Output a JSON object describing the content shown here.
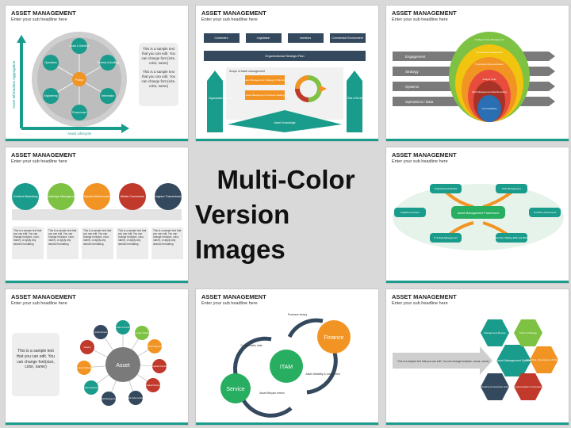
{
  "center": {
    "line1": "Multi-Color",
    "line2": "Version Images"
  },
  "slides": [
    {
      "title": "ASSET MANAGEMENT",
      "sub": "Enter your sub headline here",
      "side_text": "This is a sample text that you can edit. You can change font (size, color, name)",
      "y_axis": "Asset Information Aggregation",
      "x_axis": "Asset Lifecycle",
      "center_node": "Policy",
      "nodes": [
        "Goals & Direction",
        "Reviews & Auditing",
        "Information",
        "Procurement",
        "Engineering",
        "Operations"
      ]
    },
    {
      "title": "ASSET MANAGEMENT",
      "sub": "Enter your sub headline here",
      "top_boxes": [
        "Customers",
        "Legislation",
        "Investors",
        "Commercial Environment"
      ],
      "plan": "Organizational Strategic Plan",
      "scope": "Scope of Asset management",
      "items": [
        "Asset Management Strategy & Planning",
        "Asset Management Decision-Making"
      ],
      "left_arrow": "Organization's assets",
      "right_arrow": "Risk & Review",
      "bottom": "Asset Knowledge"
    },
    {
      "title": "ASSET MANAGEMENT",
      "sub": "Enter your sub headline here",
      "arrows": [
        "Engagement",
        "Strategy",
        "Systems",
        "Operations / Data"
      ],
      "rings": [
        "Intelligent Asset Management",
        "Performance Management",
        "Proportional Demonstrations",
        "Analytic Tools",
        "Work Management Data Recording",
        "Core Database"
      ]
    },
    {
      "title": "ASSET MANAGEMENT",
      "sub": "Enter your sub headline here",
      "circles": [
        "Content Marketing",
        "Knowledge Management",
        "Physical Warehousing",
        "Media Conversion",
        "Program Transmission"
      ],
      "box_text": "This is a sample text that you can edit. You can change font(size, color, name), or apply any desired formatting"
    },
    {
      "title": "ASSET MANAGEMENT",
      "sub": "Enter your sub headline here",
      "center": "Asset Management Framework",
      "nodes": [
        "Organizational Models",
        "Risk Management",
        "Capital Investment",
        "Condition Assessment",
        "IT & Data Management",
        "Decision Making ERP and BI/AI"
      ]
    },
    {
      "title": "ASSET MANAGEMENT",
      "sub": "Enter your sub headline here",
      "side_text": "This is a sample text that you can edit. You can change font(size, color, name)",
      "center": "Asset",
      "nodes": [
        "Execution Commitment",
        "Execution Initiation",
        "Execution Requirement",
        "Payable Proposal",
        "Capital Planning",
        "Final Implementation",
        "Work Management",
        "Data Integration",
        "Planning Prioritisation",
        "Drawing",
        "Control Service"
      ]
    },
    {
      "title": "ASSET MANAGEMENT",
      "sub": "Enter your sub headline here",
      "nodes": [
        "Service",
        "ITAM",
        "Finance"
      ],
      "labels": [
        "Purchase history",
        "Configuration data",
        "Asset reliability & cost control",
        "Asset lifecycle events"
      ]
    },
    {
      "title": "ASSET MANAGEMENT",
      "sub": "Enter your sub headline here",
      "arrow_text": "This is a sample text that you can edit. You can change font(size, colour, name)",
      "center": "Asset Management System",
      "hexes": [
        "Management Review",
        "Policy & Strategy",
        "Asset Plan, Development & Planning",
        "Implementation & Operation",
        "Checking & Corrective action"
      ]
    }
  ],
  "colors": {
    "teal": "#1a9c8c",
    "green": "#7dc242",
    "orange": "#f29423",
    "red": "#c0392b",
    "navy": "#34495e",
    "blue": "#2a6fb3"
  }
}
